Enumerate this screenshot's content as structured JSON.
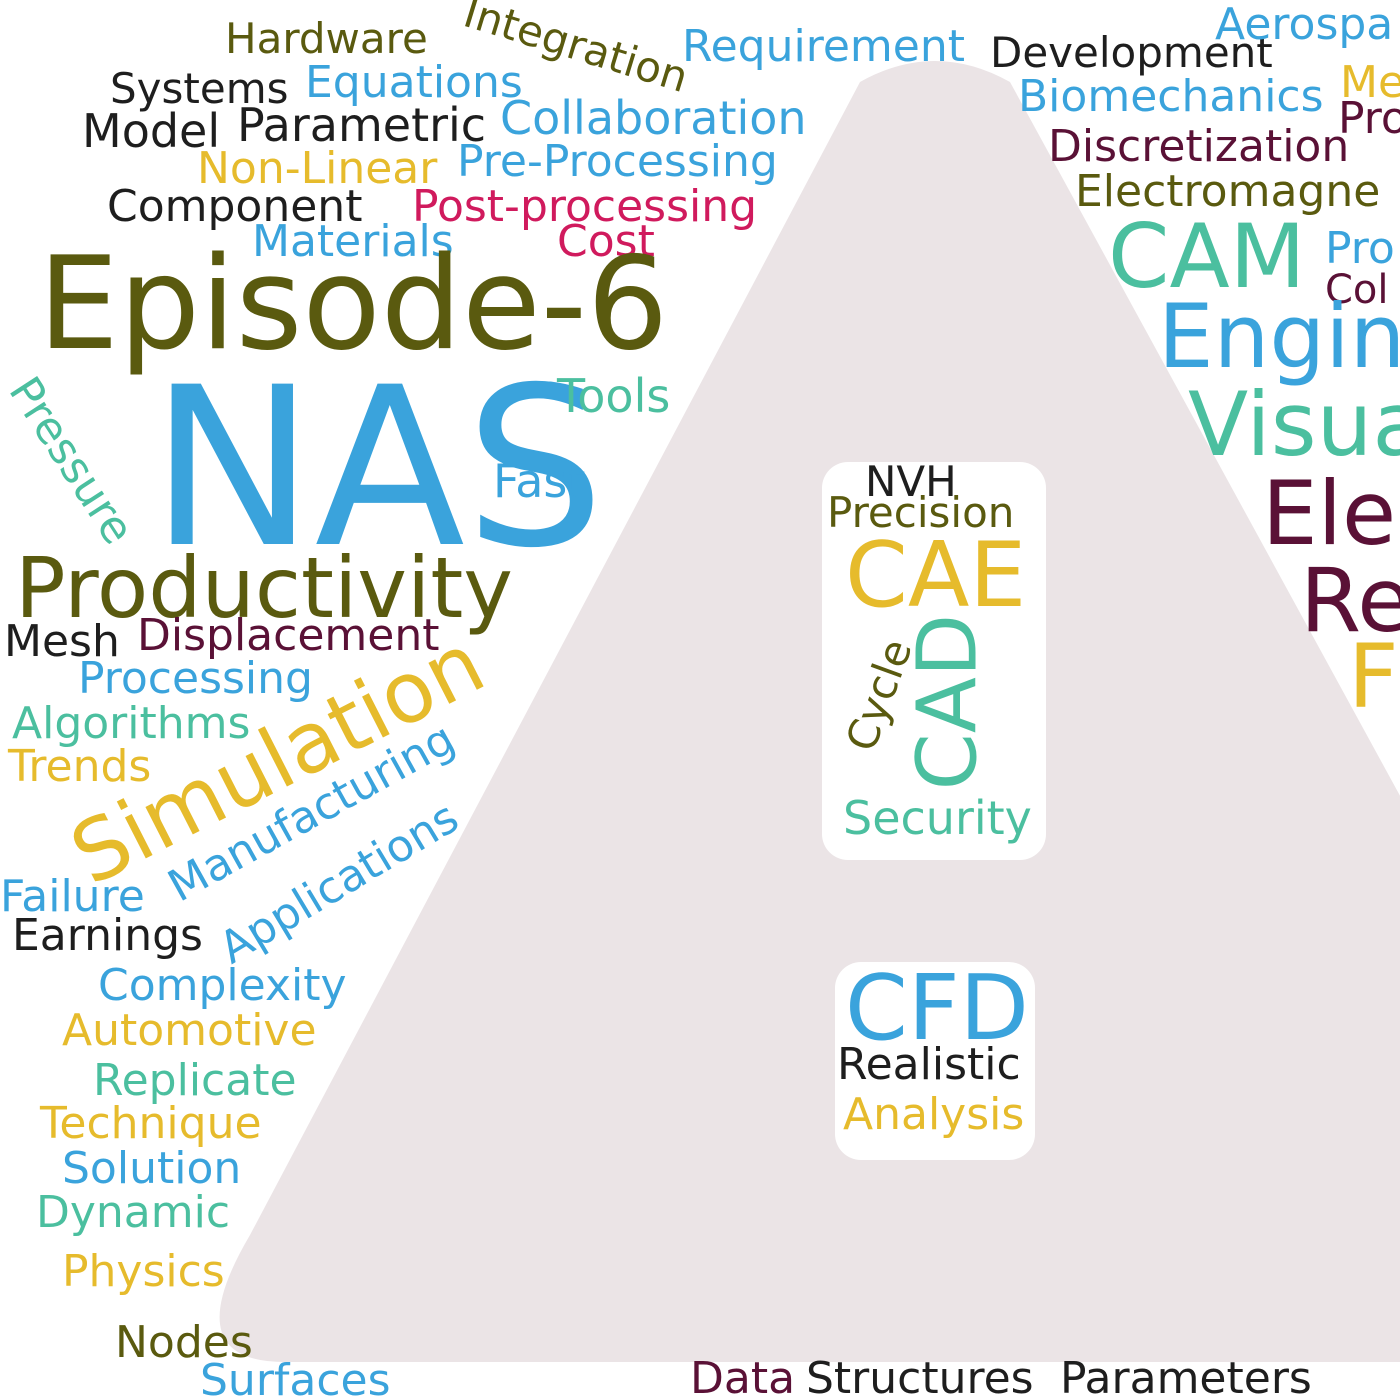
{
  "palette": {
    "olive": "#5a5a0f",
    "blue": "#3aa3dc",
    "teal": "#4bbf9f",
    "gold": "#e6bb2c",
    "maroon": "#5a1136",
    "dark": "#1e1e1e",
    "crimson": "#d01a5d",
    "triangle_fill": "#ebe4e6",
    "background": "#ffffff"
  },
  "shape": {
    "icon": "warning-triangle-icon"
  },
  "words": [
    {
      "text": "Hardware",
      "color": "olive"
    },
    {
      "text": "Integration",
      "color": "olive"
    },
    {
      "text": "Requirement",
      "color": "blue"
    },
    {
      "text": "Development",
      "color": "dark"
    },
    {
      "text": "Aerospa",
      "color": "blue"
    },
    {
      "text": "Systems",
      "color": "dark"
    },
    {
      "text": "Equations",
      "color": "blue"
    },
    {
      "text": "Me",
      "color": "gold"
    },
    {
      "text": "Biomechanics",
      "color": "blue"
    },
    {
      "text": "Pro",
      "color": "maroon"
    },
    {
      "text": "Model",
      "color": "dark"
    },
    {
      "text": "Parametric",
      "color": "dark"
    },
    {
      "text": "Collaboration",
      "color": "blue"
    },
    {
      "text": "Discretization",
      "color": "maroon"
    },
    {
      "text": "Non-Linear",
      "color": "gold"
    },
    {
      "text": "Pre-Processing",
      "color": "blue"
    },
    {
      "text": "Electromagne",
      "color": "olive"
    },
    {
      "text": "Component",
      "color": "dark"
    },
    {
      "text": "Post-processing",
      "color": "crimson"
    },
    {
      "text": "Materials",
      "color": "blue"
    },
    {
      "text": "Cost",
      "color": "crimson"
    },
    {
      "text": "CAM",
      "color": "teal"
    },
    {
      "text": "Pro",
      "color": "blue"
    },
    {
      "text": "Episode-6",
      "color": "olive"
    },
    {
      "text": "Col",
      "color": "maroon"
    },
    {
      "text": "Engin",
      "color": "blue"
    },
    {
      "text": "NAS",
      "color": "blue"
    },
    {
      "text": "Tools",
      "color": "teal"
    },
    {
      "text": "Visua",
      "color": "teal"
    },
    {
      "text": "Pressure",
      "color": "teal"
    },
    {
      "text": "Fast",
      "color": "blue"
    },
    {
      "text": "NVH",
      "color": "dark"
    },
    {
      "text": "Precision",
      "color": "olive"
    },
    {
      "text": "Ele",
      "color": "maroon"
    },
    {
      "text": "Productivity",
      "color": "olive"
    },
    {
      "text": "CAE",
      "color": "gold"
    },
    {
      "text": "Re",
      "color": "maroon"
    },
    {
      "text": "Mesh",
      "color": "dark"
    },
    {
      "text": "Displacement",
      "color": "maroon"
    },
    {
      "text": "Processing",
      "color": "blue"
    },
    {
      "text": "Simulation",
      "color": "gold"
    },
    {
      "text": "Cycle",
      "color": "olive"
    },
    {
      "text": "CAD",
      "color": "teal"
    },
    {
      "text": "F",
      "color": "gold"
    },
    {
      "text": "Algorithms",
      "color": "teal"
    },
    {
      "text": "Trends",
      "color": "gold"
    },
    {
      "text": "Manufacturing",
      "color": "blue"
    },
    {
      "text": "Security",
      "color": "teal"
    },
    {
      "text": "Applications",
      "color": "blue"
    },
    {
      "text": "Failure",
      "color": "blue"
    },
    {
      "text": "Earnings",
      "color": "dark"
    },
    {
      "text": "Complexity",
      "color": "blue"
    },
    {
      "text": "CFD",
      "color": "blue"
    },
    {
      "text": "Automotive",
      "color": "gold"
    },
    {
      "text": "Realistic",
      "color": "dark"
    },
    {
      "text": "Replicate",
      "color": "teal"
    },
    {
      "text": "Analysis",
      "color": "gold"
    },
    {
      "text": "Technique",
      "color": "gold"
    },
    {
      "text": "Solution",
      "color": "blue"
    },
    {
      "text": "Dynamic",
      "color": "teal"
    },
    {
      "text": "Physics",
      "color": "gold"
    },
    {
      "text": "Nodes",
      "color": "olive"
    },
    {
      "text": "Surfaces",
      "color": "blue"
    },
    {
      "text": "Data",
      "color": "maroon"
    },
    {
      "text": "Structures",
      "color": "dark"
    },
    {
      "text": "Parameters",
      "color": "dark"
    }
  ]
}
